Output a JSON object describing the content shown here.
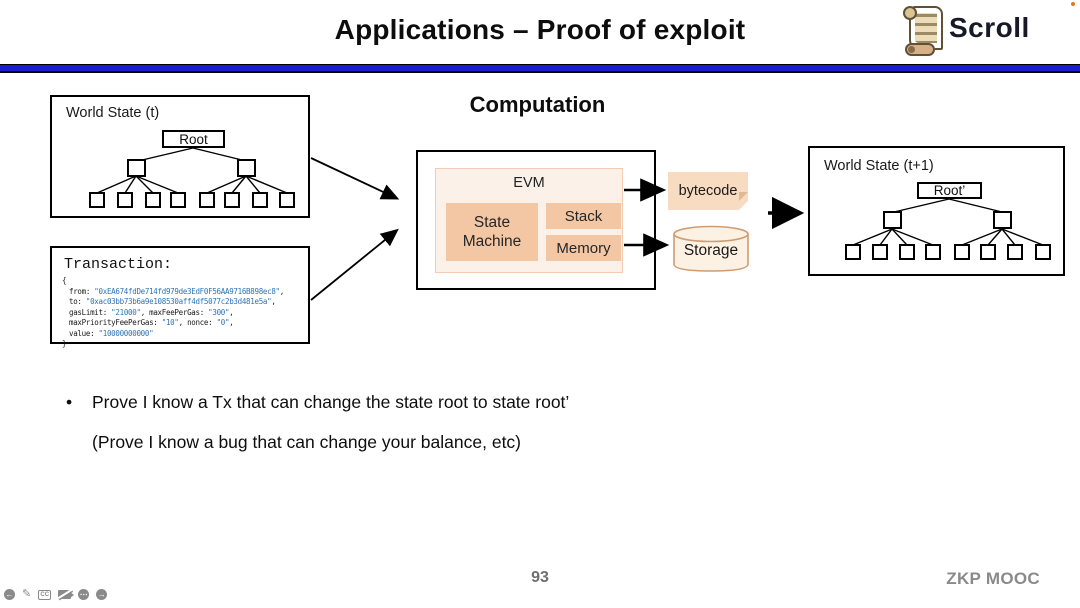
{
  "header": {
    "title": "Applications – Proof of exploit",
    "logo_text": "Scroll"
  },
  "world_state_t": {
    "label": "World State (t)",
    "root_label": "Root"
  },
  "world_state_t1": {
    "label": "World State (t+1)",
    "root_label": "Root’"
  },
  "transaction": {
    "title": "Transaction:",
    "brace_open": "{",
    "brace_close": "}",
    "l1": {
      "k": "from:",
      "v": "\"0xEA674fdDe714fd979de3EdF0F56AA9716B898ec8\"",
      "c": ","
    },
    "l2": {
      "k": "to:",
      "v": "\"0xac03bb73b6a9e108530aff4df5077c2b3d481e5a\"",
      "c": ","
    },
    "l3": {
      "k1": "gasLimit:",
      "v1": "\"21000\"",
      "c1": ",",
      "k2": "maxFeePerGas:",
      "v2": "\"300\"",
      "c2": ","
    },
    "l4": {
      "k1": "maxPriorityFeePerGas:",
      "v1": "\"10\"",
      "c1": ",",
      "k2": "nonce:",
      "v2": "\"0\"",
      "c2": ","
    },
    "l5": {
      "k": "value:",
      "v": "\"10000000000\""
    }
  },
  "computation": {
    "heading": "Computation",
    "evm_label": "EVM",
    "state_machine_label": "State Machine",
    "stack_label": "Stack",
    "memory_label": "Memory",
    "bytecode_label": "bytecode",
    "storage_label": "Storage"
  },
  "bullets": {
    "line1": "Prove I know a Tx that can change the state root to state root’",
    "line2": "(Prove I know a bug that can change your balance, etc)",
    "marker": "•"
  },
  "footer": {
    "page_number": "93",
    "watermark": "ZKP MOOC",
    "cc_label": "CC",
    "prev_glyph": "←",
    "next_glyph": "→",
    "more_glyph": "⋯",
    "pencil_glyph": "✎"
  },
  "colors": {
    "divider_blue": "#1c1ccd",
    "code_value_blue": "#2e74b5",
    "evm_fill": "#fcf1e8",
    "inner_peach": "#f4c7a4",
    "bytecode_fill": "#f8dcc2",
    "storage_fill": "#fdf1e4",
    "storage_stroke": "#cf9d72",
    "footer_gray": "#6f6f6f"
  }
}
